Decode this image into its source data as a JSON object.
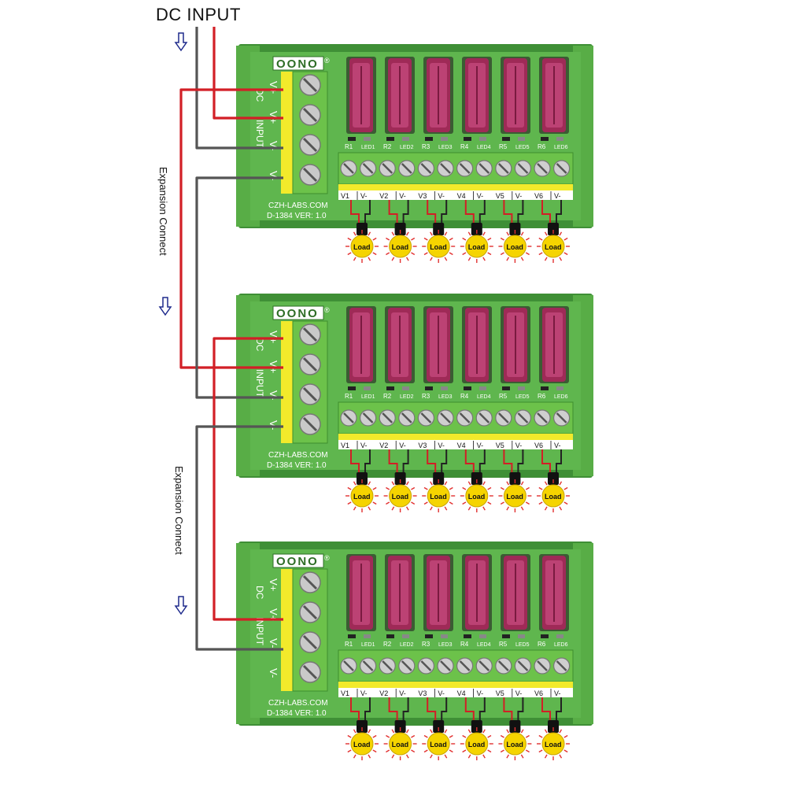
{
  "diagram": {
    "title": "DC INPUT",
    "expansion_label": "Expansion Connect",
    "colors": {
      "board": "#5fb64e",
      "board_dark": "#3f8f36",
      "terminal_block": "#6cc24a",
      "yellow_strip": "#f2ea2b",
      "fuse": "#a8265a",
      "wire_pos": "#d21f26",
      "wire_neg": "#555555",
      "arrow": "#1e2a8c",
      "load_bulb": "#f5d400"
    },
    "board": {
      "brand": "OONO",
      "registered": "®",
      "website": "CZH-LABS.COM",
      "model": "D-1384  VER: 1.0",
      "input_group_label_1": "DC",
      "input_group_label_2": "INPUT",
      "input_terminals": [
        "V+",
        "V+",
        "V-",
        "V-"
      ],
      "channels": [
        {
          "resistor": "R1",
          "led": "LED1",
          "pos": "V1",
          "neg": "V-"
        },
        {
          "resistor": "R2",
          "led": "LED2",
          "pos": "V2",
          "neg": "V-"
        },
        {
          "resistor": "R3",
          "led": "LED3",
          "pos": "V3",
          "neg": "V-"
        },
        {
          "resistor": "R4",
          "led": "LED4",
          "pos": "V4",
          "neg": "V-"
        },
        {
          "resistor": "R5",
          "led": "LED5",
          "pos": "V5",
          "neg": "V-"
        },
        {
          "resistor": "R6",
          "led": "LED6",
          "pos": "V6",
          "neg": "V-"
        }
      ],
      "load_label": "Load"
    }
  }
}
